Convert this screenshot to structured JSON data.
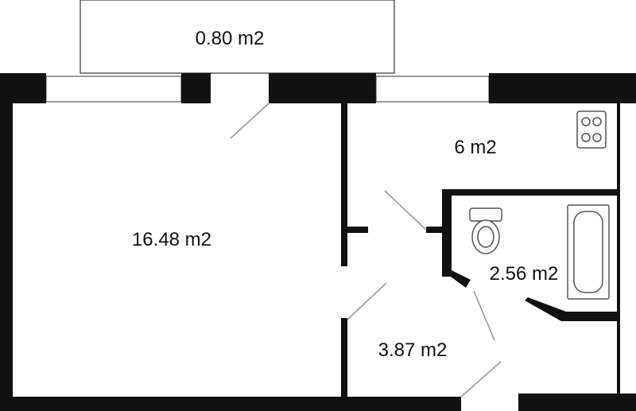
{
  "rooms": {
    "balcony": "0.80 m2",
    "living_room": "16.48 m2",
    "kitchen": "6 m2",
    "bathroom": "2.56 m2",
    "hallway": "3.87 m2"
  },
  "icons": [
    "stove-icon",
    "toilet-icon",
    "bathtub-icon"
  ],
  "colors": {
    "wall": "#111111",
    "door_swing": "#9a9a9a",
    "fixture": "#555555"
  }
}
